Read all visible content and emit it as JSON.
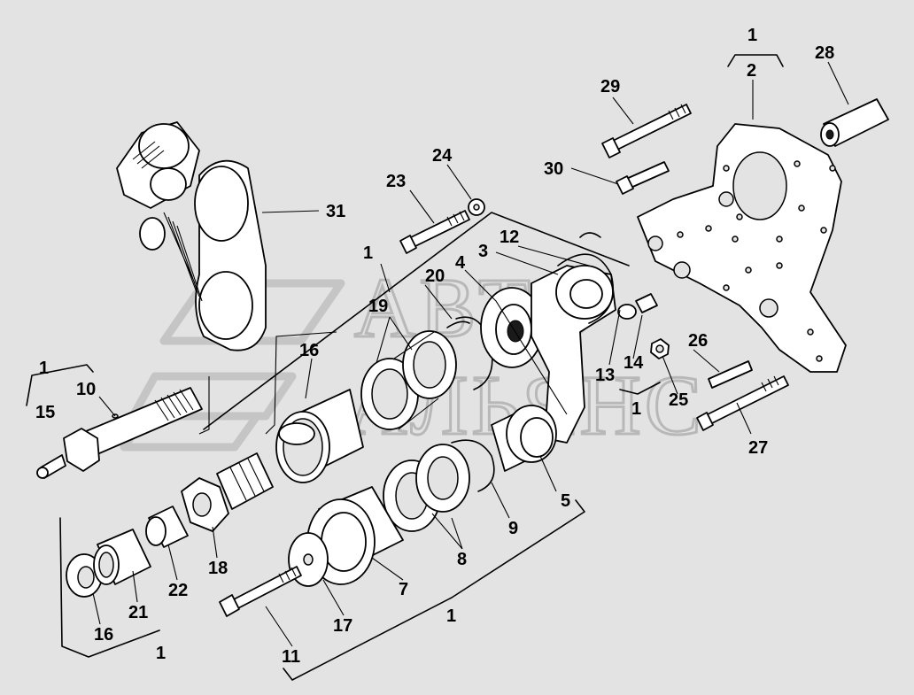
{
  "watermark": {
    "line1": "АВТО",
    "line2": "АЛЬЯНС"
  },
  "callouts": [
    {
      "id": "c-1-top",
      "text": "1"
    },
    {
      "id": "c-2",
      "text": "2"
    },
    {
      "id": "c-28",
      "text": "28"
    },
    {
      "id": "c-29",
      "text": "29"
    },
    {
      "id": "c-30",
      "text": "30"
    },
    {
      "id": "c-24",
      "text": "24"
    },
    {
      "id": "c-23",
      "text": "23"
    },
    {
      "id": "c-31",
      "text": "31"
    },
    {
      "id": "c-12",
      "text": "12"
    },
    {
      "id": "c-3",
      "text": "3"
    },
    {
      "id": "c-4",
      "text": "4"
    },
    {
      "id": "c-20",
      "text": "20"
    },
    {
      "id": "c-1-mid",
      "text": "1"
    },
    {
      "id": "c-19",
      "text": "19"
    },
    {
      "id": "c-16-top",
      "text": "16"
    },
    {
      "id": "c-1-left",
      "text": "1"
    },
    {
      "id": "c-10",
      "text": "10"
    },
    {
      "id": "c-15",
      "text": "15"
    },
    {
      "id": "c-13",
      "text": "13"
    },
    {
      "id": "c-14",
      "text": "14"
    },
    {
      "id": "c-26",
      "text": "26"
    },
    {
      "id": "c-25",
      "text": "25"
    },
    {
      "id": "c-1-right",
      "text": "1"
    },
    {
      "id": "c-27",
      "text": "27"
    },
    {
      "id": "c-5",
      "text": "5"
    },
    {
      "id": "c-9",
      "text": "9"
    },
    {
      "id": "c-8",
      "text": "8"
    },
    {
      "id": "c-7",
      "text": "7"
    },
    {
      "id": "c-18",
      "text": "18"
    },
    {
      "id": "c-22",
      "text": "22"
    },
    {
      "id": "c-21",
      "text": "21"
    },
    {
      "id": "c-16-bottom",
      "text": "16"
    },
    {
      "id": "c-1-bottom-left",
      "text": "1"
    },
    {
      "id": "c-17",
      "text": "17"
    },
    {
      "id": "c-11",
      "text": "11"
    },
    {
      "id": "c-1-bottom",
      "text": "1"
    }
  ]
}
